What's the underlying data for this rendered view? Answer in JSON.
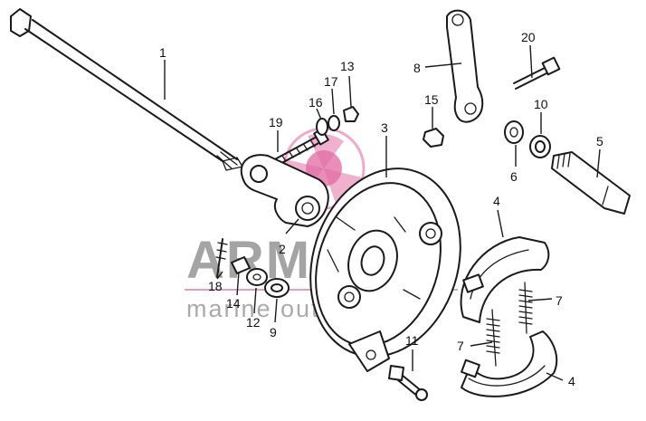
{
  "watermark": {
    "brand": "ARMADA",
    "tagline": "marine outboards",
    "brand_color": "#7a7a7a",
    "accent_color": "#e0609e",
    "tagline_color": "#8a8a8a"
  },
  "labels": {
    "p1": "1",
    "p2": "2",
    "p3": "3",
    "p4a": "4",
    "p4b": "4",
    "p5": "5",
    "p6": "6",
    "p7a": "7",
    "p7b": "7",
    "p8": "8",
    "p9": "9",
    "p10": "10",
    "p11": "11",
    "p12": "12",
    "p13": "13",
    "p14": "14",
    "p15": "15",
    "p16": "16",
    "p17": "17",
    "p18": "18",
    "p19": "19",
    "p20": "20"
  }
}
